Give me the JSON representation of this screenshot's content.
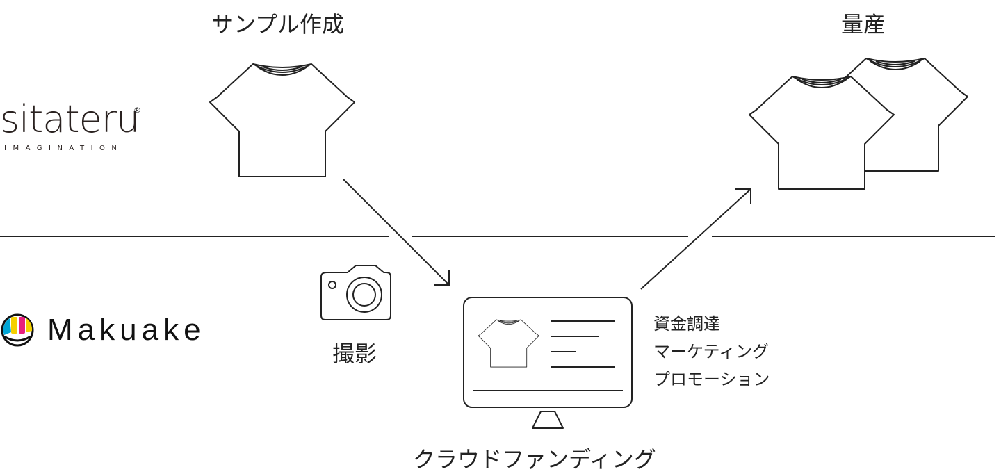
{
  "labels": {
    "sample": "サンプル作成",
    "mass_production": "量産",
    "photo": "撮影",
    "crowdfunding": "クラウドファンディング"
  },
  "crowdfunding_tasks": [
    "資金調達",
    "マーケティング",
    "プロモーション"
  ],
  "logos": {
    "sitateru": "sitateru",
    "sitateru_registered": "®",
    "sitateru_sub": "IMAGINATION",
    "makuake": "Makuake"
  },
  "colors": {
    "line": "#222222",
    "makuake_yellow": "#f5d000",
    "makuake_pink": "#e8207e",
    "makuake_cyan": "#00a6d6"
  },
  "icons": [
    "tshirt-icon",
    "camera-icon",
    "monitor-icon",
    "arrow-icon"
  ]
}
